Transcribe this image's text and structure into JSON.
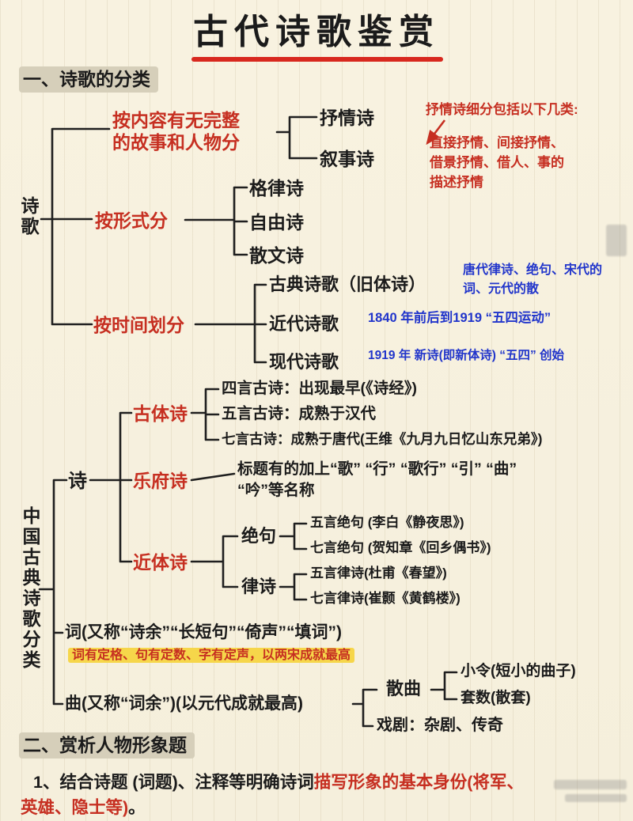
{
  "title": "古代诗歌鉴赏",
  "sections": {
    "s1": "一、诗歌的分类",
    "s2": "二、赏析人物形象题"
  },
  "colors": {
    "red": "#c62f21",
    "blue": "#2135cb",
    "ink": "#1b1b1b",
    "heading_highlight": "#d6cfba",
    "yellow_highlight": "#f6d64a",
    "paper": "#f8f2e0",
    "underline_red": "#d8281e"
  },
  "tree1": {
    "root": "诗歌",
    "b1": {
      "l1": "按内容有无完整",
      "l2": "的故事和人物分",
      "c1": "抒情诗",
      "c2": "叙事诗"
    },
    "b2": {
      "label": "按形式分",
      "c1": "格律诗",
      "c2": "自由诗",
      "c3": "散文诗"
    },
    "b3": {
      "label": "按时间划分",
      "c1": "古典诗歌（旧体诗）",
      "c2": "近代诗歌",
      "c3": "现代诗歌"
    },
    "note_lyric": {
      "head": "抒情诗细分包括以下几类:",
      "l1": "直接抒情、间接抒情、",
      "l2": "借景抒情、借人、事的",
      "l3": "描述抒情"
    },
    "note_classic_1": "唐代律诗、绝句、宋代的",
    "note_classic_2": "词、元代的散",
    "note_1840": "1840 年前后到1919 “五四运动”",
    "note_1919": "1919 年 新诗(即新体诗) “五四” 创始"
  },
  "tree2": {
    "root": "中国古典诗歌分类",
    "shi": "诗",
    "guti": "古体诗",
    "guti_c1": "四言古诗：出现最早(《诗经》)",
    "guti_c2": "五言古诗：成熟于汉代",
    "guti_c3": "七言古诗：成熟于唐代(王维《九月九日忆山东兄弟》)",
    "yuefu": "乐府诗",
    "yuefu_n1": "标题有的加上“歌” “行” “歌行” “引” “曲”",
    "yuefu_n2": "“吟”等名称",
    "jinti": "近体诗",
    "jueju": "绝句",
    "jueju_c1": "五言绝句 (李白《静夜思》)",
    "jueju_c2": "七言绝句 (贺知章《回乡偶书》)",
    "lvshi": "律诗",
    "lvshi_c1": "五言律诗(杜甫《春望》)",
    "lvshi_c2": "七言律诗(崔颢《黄鹤楼》)",
    "ci": "词(又称“诗余”“长短句”“倚声”“填词”)",
    "ci_note": "词有定格、句有定数、字有定声，以两宋成就最高",
    "qu": "曲(又称“词余”)(以元代成就最高)",
    "sanqu": "散曲",
    "sanqu_c1": "小令(短小的曲子)",
    "sanqu_c2": "套数(散套)",
    "xiju": "戏剧：杂剧、传奇"
  },
  "bottom": {
    "p1_black": "1、结合诗题 (词题)、注释等明确诗词",
    "p1_red": "描写形象的基本身份(将军、",
    "p2_red": "英雄、隐士等)",
    "p2_black": "。"
  }
}
